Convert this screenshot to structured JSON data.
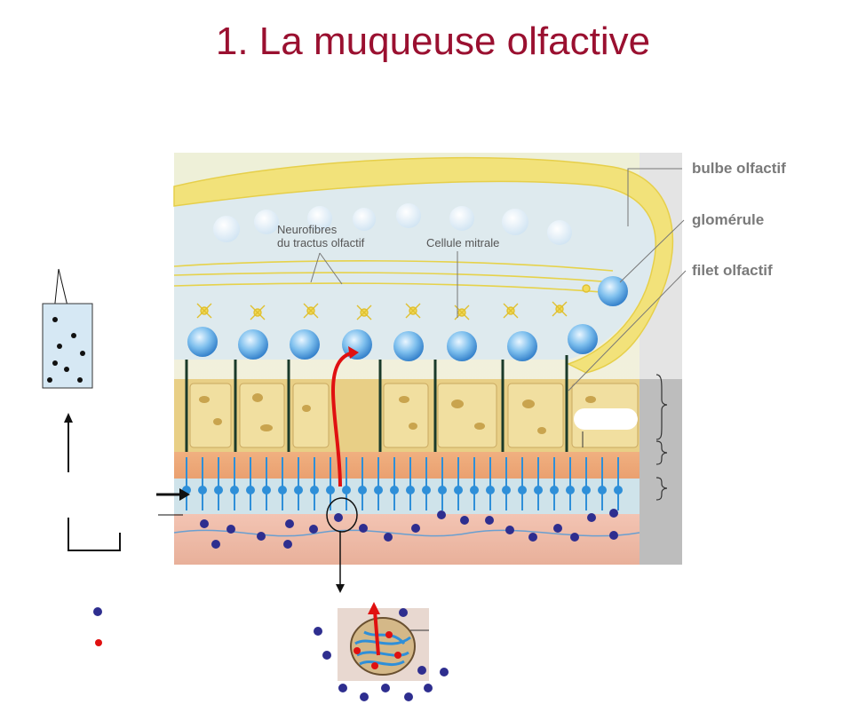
{
  "title": "1. La muqueuse olfactive",
  "labels": {
    "bulbe": "bulbe olfactif",
    "glomerule": "glomérule",
    "filet": "filet olfactif",
    "neurofibres_line1": "Neurofibres",
    "neurofibres_line2": "du tractus olfactif",
    "cellule_mitrale": "Cellule mitrale"
  },
  "colors": {
    "title": "#9a1030",
    "label": "#7a7a7a",
    "arrow_red": "#e01010",
    "dot_blue": "#2e2e8f",
    "dot_red": "#e01010",
    "neuron_blue": "#2f8fd8",
    "bone": "#e8cf86",
    "bulb_yellow": "#f2e27a"
  },
  "legend": {
    "blue_dot": "blue-dot-icon",
    "red_dot": "red-dot-icon"
  }
}
